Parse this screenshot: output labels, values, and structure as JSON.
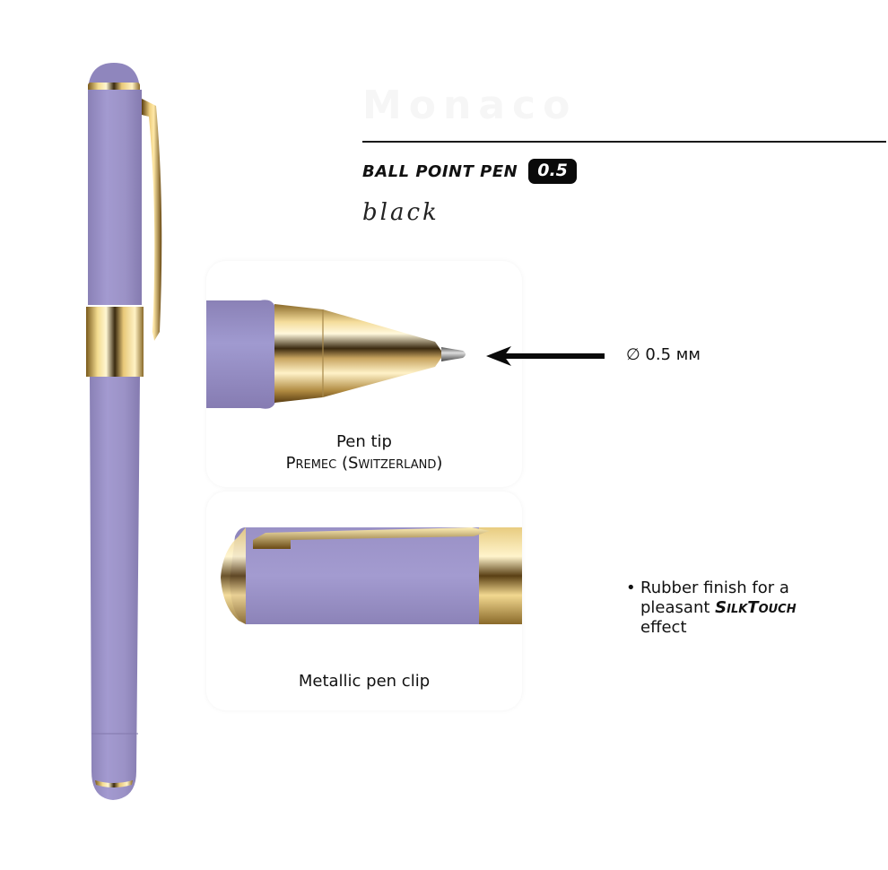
{
  "header": {
    "ghost_title": "Monaco",
    "product_type": "BALL POINT PEN",
    "tip_size_badge": "0.5",
    "ink_color": "black"
  },
  "colors": {
    "pen_body": "#9b92c6",
    "pen_body_shadow": "#8a81b6",
    "gold": "#d9b35a",
    "gold_highlight": "#fff2c4",
    "gold_dark": "#7a5a1c",
    "text": "#111111",
    "badge_bg": "#0a0a0a"
  },
  "callouts": {
    "tip": {
      "caption_line1": "Pen tip",
      "caption_line2": "Premec (Switzerland)"
    },
    "clip": {
      "caption": "Metallic pen clip"
    }
  },
  "spec": {
    "diameter_symbol": "∅",
    "diameter_text": "0.5 мм"
  },
  "features": [
    {
      "bullet": "•",
      "text_before": "Rubber finish for a pleasant ",
      "brand": "SilkTouch",
      "text_after": " effect"
    }
  ],
  "icons": {
    "arrow": "arrow-left-icon",
    "diameter": "diameter-icon"
  }
}
